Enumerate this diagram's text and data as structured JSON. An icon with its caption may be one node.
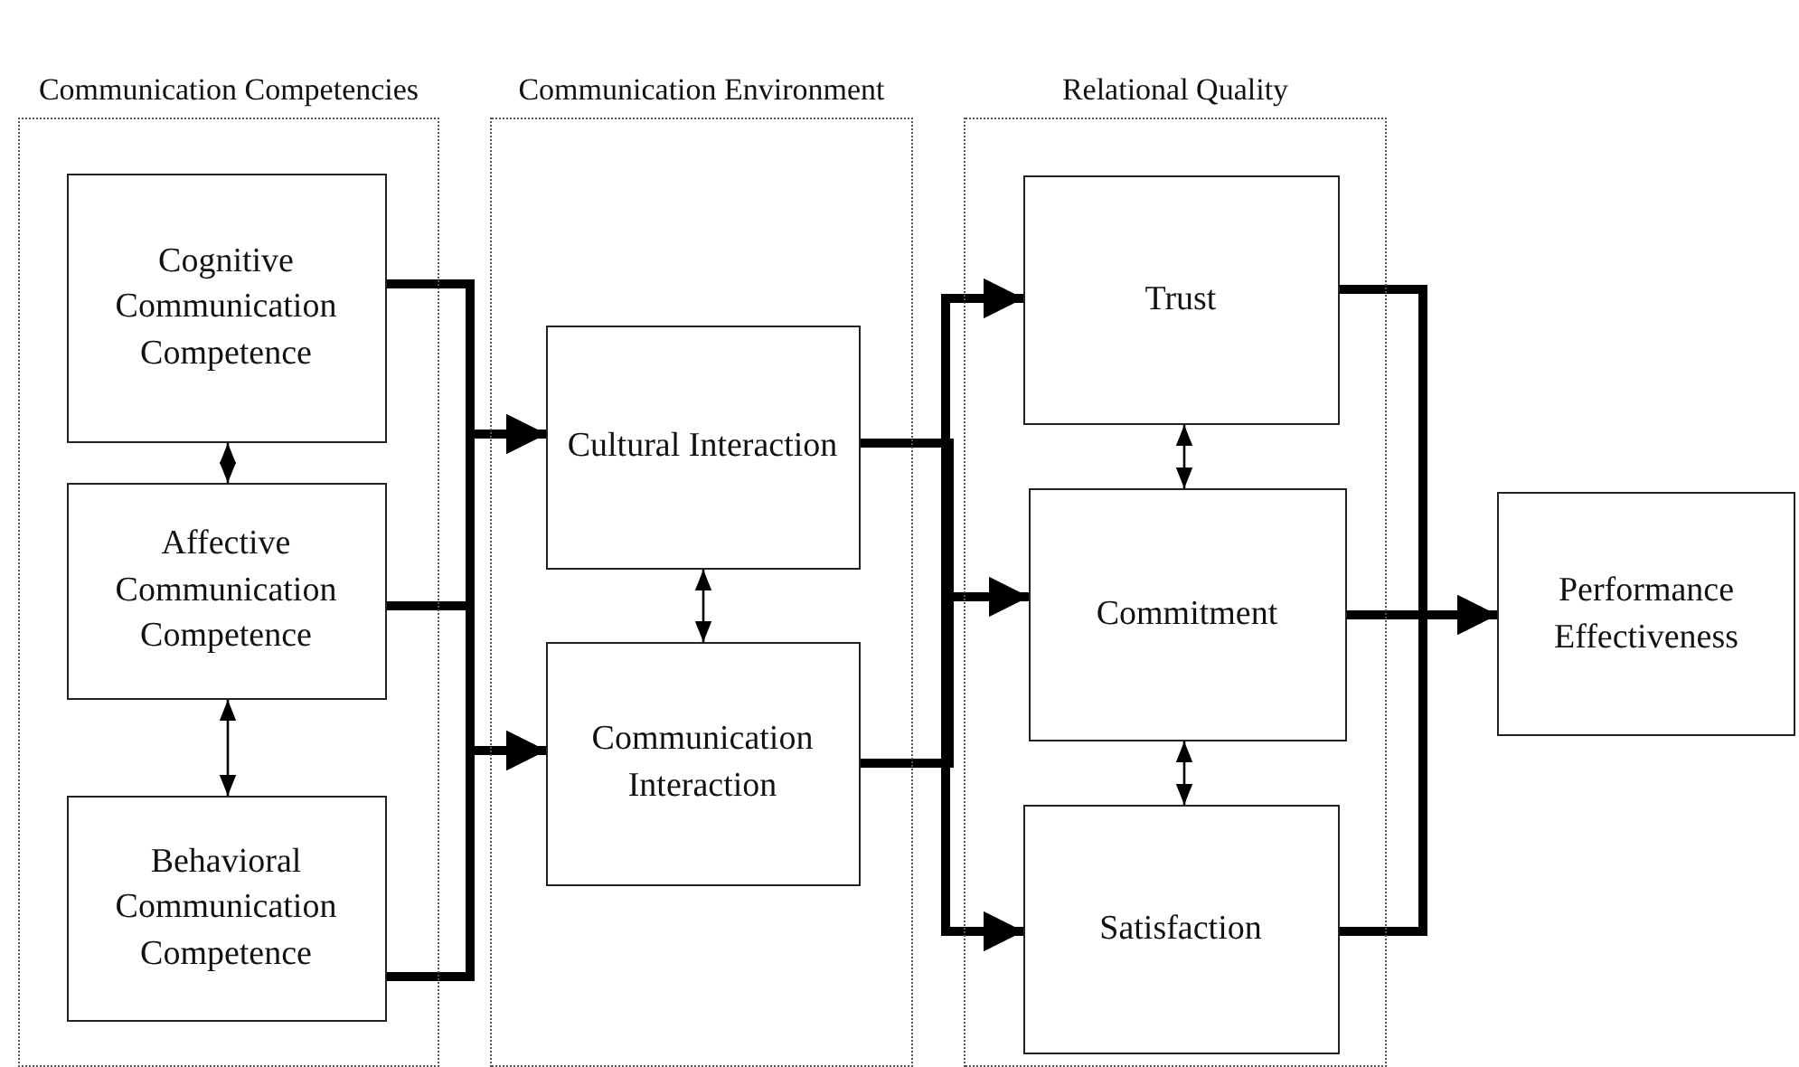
{
  "diagram": {
    "nodes": [
      {
        "text": [
          "Communication Competencies"
        ]
      },
      {
        "text": [
          "Cognitive Communication Competence"
        ],
        "in": 0
      },
      {
        "text": [
          "Affective Communication Competence"
        ],
        "in": 0
      },
      {
        "text": [
          "Behavioral Communication Competence"
        ],
        "in": 0
      },
      {
        "text": [
          "Communication Environment"
        ]
      },
      {
        "text": [
          "Cultural Interaction"
        ],
        "in": 4
      },
      {
        "text": [
          "Communication Interaction"
        ],
        "in": 4
      },
      {
        "text": [
          "Relational Quality"
        ]
      },
      {
        "text": [
          "Trust"
        ],
        "in": 7
      },
      {
        "text": [
          "Commitment"
        ],
        "in": 7
      },
      {
        "text": [
          "Satisfaction"
        ],
        "in": 7
      },
      {
        "text": [
          "Performance Effectiveness"
        ]
      }
    ],
    "edges": [
      {
        "from": 1,
        "to": 2,
        "arrow": "both"
      },
      {
        "from": 2,
        "to": 3,
        "arrow": "both"
      },
      {
        "from": 1,
        "to": 5,
        "arrow": "to"
      },
      {
        "from": 1,
        "to": 6,
        "arrow": "to"
      },
      {
        "from": 2,
        "to": 5,
        "arrow": "to"
      },
      {
        "from": 2,
        "to": 6,
        "arrow": "to"
      },
      {
        "from": 3,
        "to": 5,
        "arrow": "to"
      },
      {
        "from": 3,
        "to": 6,
        "arrow": "to"
      },
      {
        "from": 5,
        "to": 6,
        "arrow": "both"
      },
      {
        "from": 5,
        "to": 8,
        "arrow": "to"
      },
      {
        "from": 5,
        "to": 9,
        "arrow": "to"
      },
      {
        "from": 5,
        "to": 10,
        "arrow": "to"
      },
      {
        "from": 6,
        "to": 8,
        "arrow": "to"
      },
      {
        "from": 6,
        "to": 9,
        "arrow": "to"
      },
      {
        "from": 6,
        "to": 10,
        "arrow": "to"
      },
      {
        "from": 8,
        "to": 9,
        "arrow": "both"
      },
      {
        "from": 9,
        "to": 10,
        "arrow": "both"
      },
      {
        "from": 8,
        "to": 11,
        "arrow": "to"
      },
      {
        "from": 9,
        "to": 11,
        "arrow": "to"
      },
      {
        "from": 10,
        "to": 11,
        "arrow": "to"
      }
    ]
  }
}
